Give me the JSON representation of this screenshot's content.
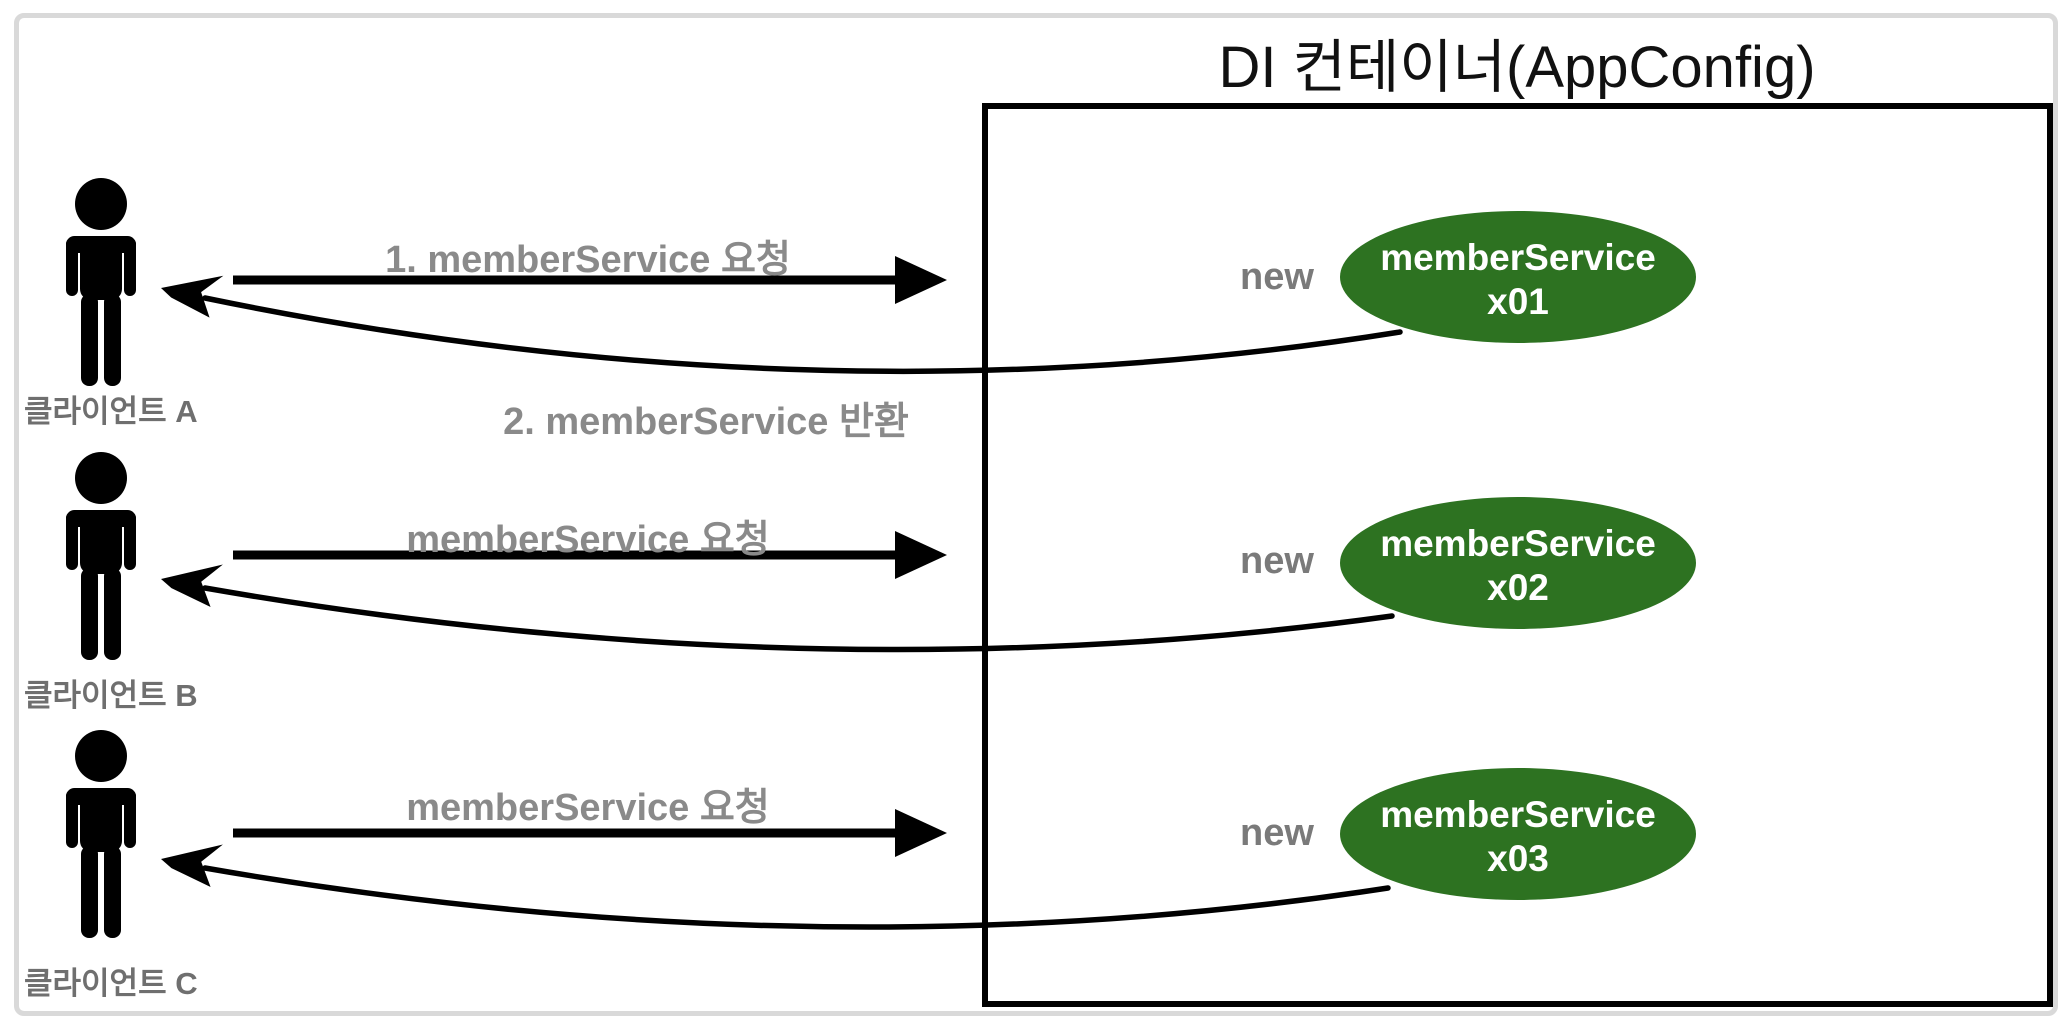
{
  "title": "DI 컨테이너(AppConfig)",
  "colors": {
    "bean_fill": "#2d7221",
    "bean_text": "#ffffff",
    "label_gray": "#8a8a8a",
    "client_gray": "#6f6f6f",
    "line_black": "#000000",
    "frame_border": "#d9d9d9"
  },
  "rows": [
    {
      "client_label": "클라이언트 A",
      "request_label": "1. memberService 요청",
      "return_label": "2. memberService 반환",
      "new_label": "new",
      "bean_line1": "memberService",
      "bean_line2": "x01"
    },
    {
      "client_label": "클라이언트 B",
      "request_label": "memberService 요청",
      "new_label": "new",
      "bean_line1": "memberService",
      "bean_line2": "x02"
    },
    {
      "client_label": "클라이언트 C",
      "request_label": "memberService 요청",
      "new_label": "new",
      "bean_line1": "memberService",
      "bean_line2": "x03"
    }
  ]
}
